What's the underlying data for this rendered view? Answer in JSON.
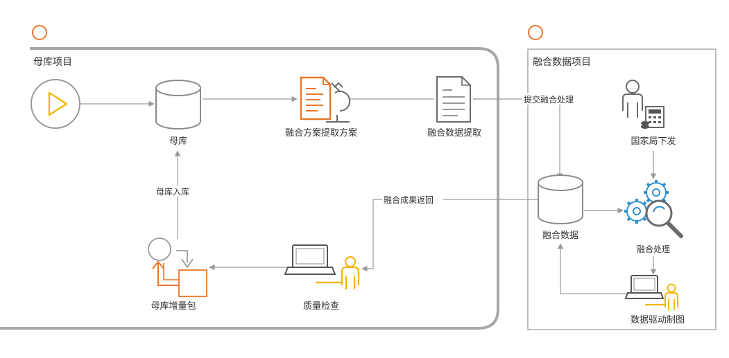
{
  "colors": {
    "orange": "#e8762b",
    "yellow": "#f2b705",
    "blue": "#2f8fd0",
    "gray": "#9a9a9a",
    "dark": "#555555",
    "frame": "#a8a8a8"
  },
  "left_panel": {
    "title": "母库项目"
  },
  "right_panel": {
    "title": "融合数据项目"
  },
  "nodes": {
    "mother_db": "母库",
    "fusion_plan": "融合方案提取方案",
    "fusion_extract": "融合数据提取",
    "quality_check": "质量检查",
    "increment_pkg": "母库增量包",
    "national_bureau": "国家局下发",
    "fusion_data": "融合数据",
    "fusion_process": "融合处理",
    "data_drive": "数据驱动制图"
  },
  "edges": {
    "submit_fusion": "提交融合处理",
    "fusion_return": "融合成果返回",
    "mother_import": "母库入库"
  },
  "icons": [
    "play-icon",
    "database-icon",
    "document-microscope-icon",
    "document-icon",
    "laptop-user-icon",
    "increment-package-icon",
    "person-calculator-icon",
    "gears-magnifier-icon"
  ]
}
